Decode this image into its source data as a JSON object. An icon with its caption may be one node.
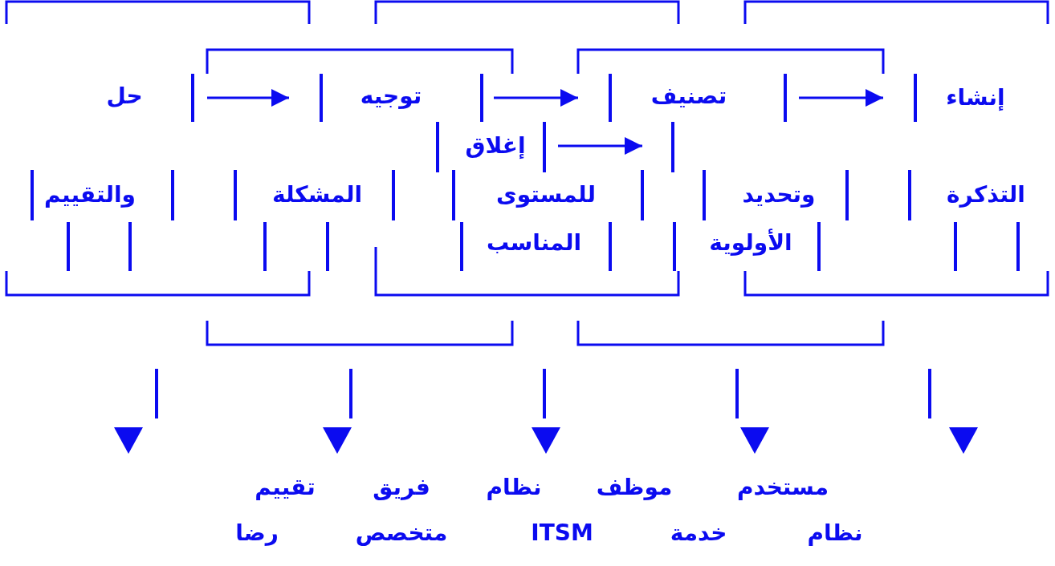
{
  "diagram": {
    "labels": [
      "إنشاء",
      "تصنيف",
      "توجيه",
      "حل",
      "إغلاق",
      "التذكرة",
      "وتحديد",
      "للمستوى",
      "المشكلة",
      "والتقييم",
      "الأولوية",
      "المناسب",
      "مستخدم",
      "موظف",
      "نظام",
      "فريق",
      "تقييم",
      "نظام",
      "خدمة",
      "ITSM",
      "متخصص",
      "رضا"
    ]
  }
}
